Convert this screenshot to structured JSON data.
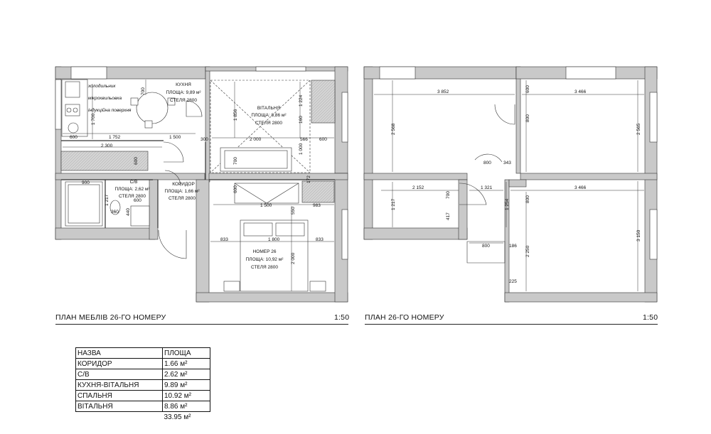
{
  "left_plan": {
    "title": "ПЛАН МЕБЛІВ 26-ГО НОМЕРУ",
    "scale": "1:50",
    "rooms": {
      "kitchen": [
        "КУХНЯ",
        "ПЛОЩА: 9,89 м²",
        "СТЕЛЯ 2800"
      ],
      "living": [
        "ВІТАЛЬНЯ",
        "ПЛОЩА: 8,86 м²",
        "СТЕЛЯ 2800"
      ],
      "bath": [
        "С/В",
        "ПЛОЩА: 2,62 м²",
        "СТЕЛЯ 2800"
      ],
      "corridor": [
        "КОРИДОР",
        "ПЛОЩА: 1,66 м²",
        "СТЕЛЯ 2800"
      ],
      "bedroom": [
        "НОМЕР 26",
        "ПЛОЩА: 10,92 м²",
        "СТЕЛЯ 2800"
      ]
    },
    "appliances": [
      "холодильник",
      "мікрохвильовка",
      "індукційна поверхня"
    ],
    "dims": {
      "d700a": "700",
      "d1856": "1 856",
      "d1224": "1 224",
      "d160": "160",
      "d1700": "1 700",
      "d600a": "600",
      "d1752": "1 752",
      "d1500a": "1 500",
      "d300": "300",
      "d2000a": "2 000",
      "d566": "566",
      "d600b": "600",
      "d2300": "2 300",
      "d1000": "1 000",
      "d600c": "600",
      "d700b": "700",
      "d900": "900",
      "d600d": "600",
      "d172": "172",
      "d1217": "1 217",
      "d600e": "600",
      "d1500b": "1 500",
      "d983": "983",
      "d440": "440",
      "d360": "360",
      "d550": "550",
      "d833a": "833",
      "d1800": "1 800",
      "d833b": "833",
      "d2000b": "2 000"
    }
  },
  "right_plan": {
    "title": "ПЛАН 26-ГО НОМЕРУ",
    "scale": "1:50",
    "dims": {
      "r3852": "3 852",
      "r600": "600",
      "r3466a": "3 466",
      "r2568": "2 568",
      "r800a": "800",
      "r2565": "2 565",
      "r800b": "800",
      "r343": "343",
      "r2152": "2 152",
      "r1321": "1 321",
      "r3466b": "3 466",
      "r700": "700",
      "r1217": "1 217",
      "r1254": "1 254",
      "r800c": "800",
      "r417": "417",
      "r3150": "3 150",
      "r800d": "800",
      "r186": "186",
      "r2250": "2 250",
      "r225": "225"
    }
  },
  "area_table": {
    "headers": [
      "НАЗВА",
      "ПЛОЩА"
    ],
    "rows": [
      [
        "КОРИДОР",
        "1.66 м²"
      ],
      [
        "С/В",
        "2.62 м²"
      ],
      [
        "КУХНЯ-ВІТАЛЬНЯ",
        "9.89 м²"
      ],
      [
        "СПАЛЬНЯ",
        "10.92 м²"
      ],
      [
        "ВІТАЛЬНЯ",
        "8.86 м²"
      ]
    ],
    "total": "33.95 м²"
  },
  "colors": {
    "wall": "#c9c9c9",
    "line": "#1a1a1a"
  }
}
